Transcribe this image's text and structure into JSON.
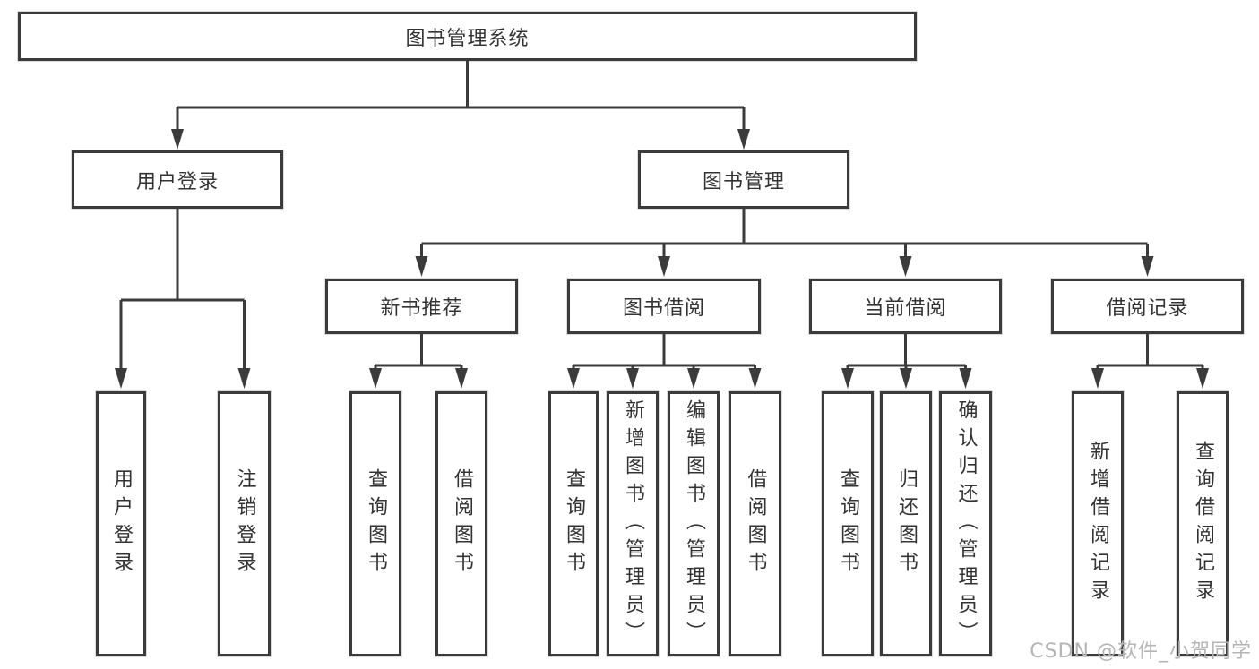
{
  "diagram": {
    "root": "图书管理系统",
    "level1": [
      {
        "label": "用户登录",
        "children": [
          "用户登录",
          "注销登录"
        ]
      },
      {
        "label": "图书管理",
        "children": [
          {
            "label": "新书推荐",
            "children": [
              "查询图书",
              "借阅图书"
            ]
          },
          {
            "label": "图书借阅",
            "children": [
              "查询图书",
              "新增图书（管理员）",
              "编辑图书（管理员）",
              "借阅图书"
            ]
          },
          {
            "label": "当前借阅",
            "children": [
              "查询图书",
              "归还图书",
              "确认归还（管理员）"
            ]
          },
          {
            "label": "借阅记录",
            "children": [
              "新增借阅记录",
              "查询借阅记录"
            ]
          }
        ]
      }
    ]
  },
  "watermark": "CSDN @软件_小贺同学",
  "colors": {
    "line": "#3b3b3b",
    "text": "#333333",
    "watermark": "#b5b5b5",
    "background": "#ffffff"
  }
}
